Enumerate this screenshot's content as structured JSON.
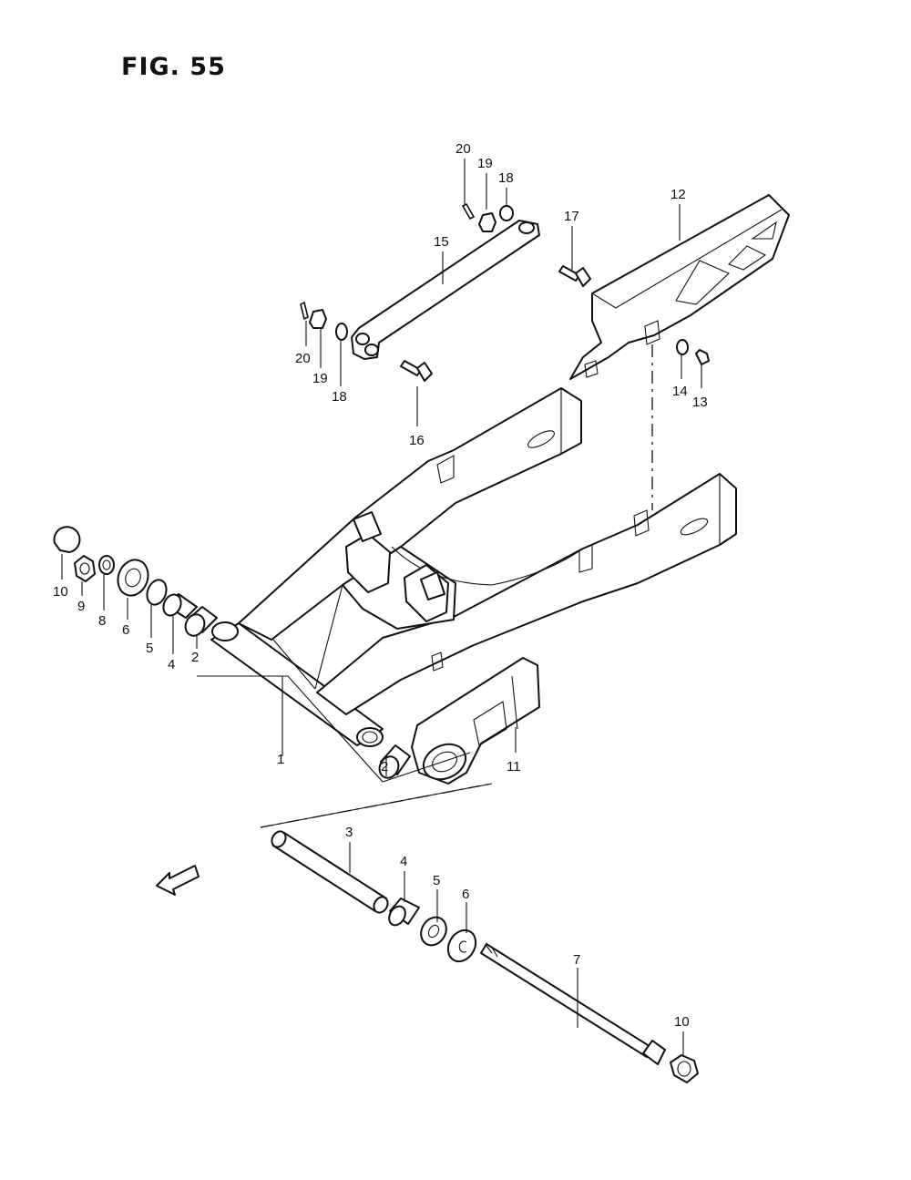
{
  "figure": {
    "title": "FIG. 55"
  },
  "fwd_badge": {
    "label": "FWD"
  },
  "callouts": [
    {
      "id": "c1",
      "number": "1"
    },
    {
      "id": "c2a",
      "number": "2"
    },
    {
      "id": "c2b",
      "number": "2"
    },
    {
      "id": "c3",
      "number": "3"
    },
    {
      "id": "c4a",
      "number": "4"
    },
    {
      "id": "c4b",
      "number": "4"
    },
    {
      "id": "c5a",
      "number": "5"
    },
    {
      "id": "c5b",
      "number": "5"
    },
    {
      "id": "c6a",
      "number": "6"
    },
    {
      "id": "c6b",
      "number": "6"
    },
    {
      "id": "c7",
      "number": "7"
    },
    {
      "id": "c8",
      "number": "8"
    },
    {
      "id": "c9",
      "number": "9"
    },
    {
      "id": "c10a",
      "number": "10"
    },
    {
      "id": "c10b",
      "number": "10"
    },
    {
      "id": "c11",
      "number": "11"
    },
    {
      "id": "c12",
      "number": "12"
    },
    {
      "id": "c13",
      "number": "13"
    },
    {
      "id": "c14",
      "number": "14"
    },
    {
      "id": "c15",
      "number": "15"
    },
    {
      "id": "c16",
      "number": "16"
    },
    {
      "id": "c17",
      "number": "17"
    },
    {
      "id": "c18a",
      "number": "18"
    },
    {
      "id": "c18b",
      "number": "18"
    },
    {
      "id": "c19a",
      "number": "19"
    },
    {
      "id": "c19b",
      "number": "19"
    },
    {
      "id": "c20a",
      "number": "20"
    },
    {
      "id": "c20b",
      "number": "20"
    }
  ]
}
